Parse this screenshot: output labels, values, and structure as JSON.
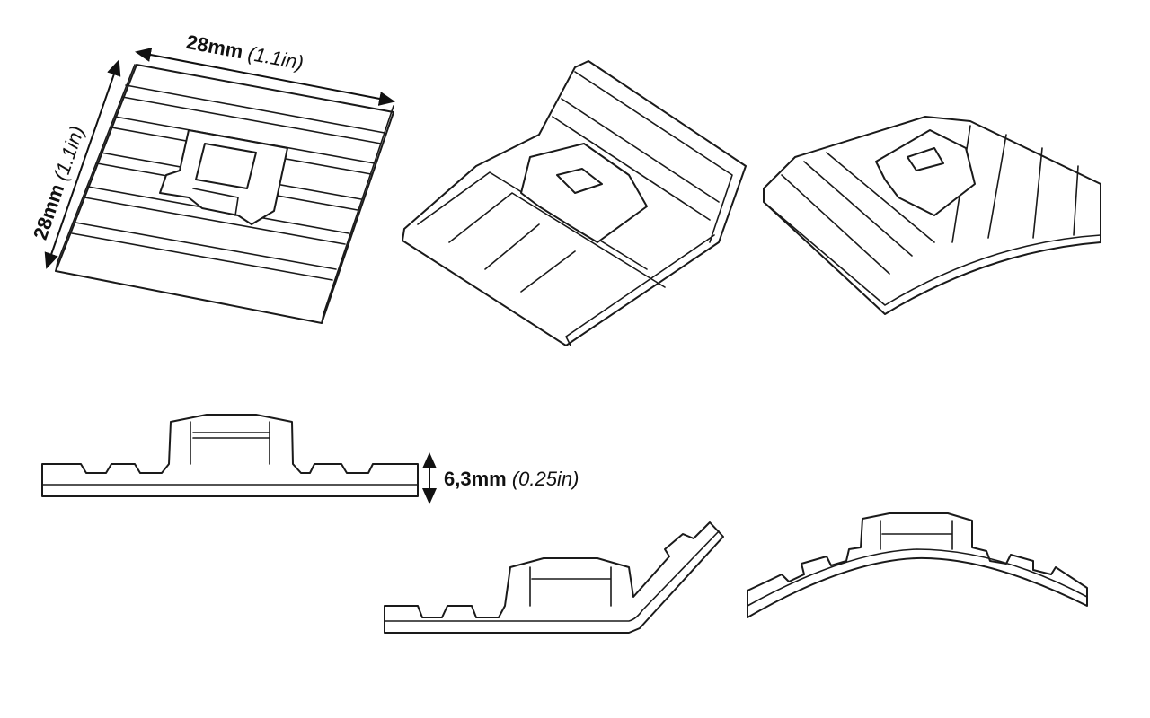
{
  "dimensions": {
    "width": {
      "value": "28mm",
      "imperial": "(1.1in)"
    },
    "depth": {
      "value": "28mm",
      "imperial": "(1.1in)"
    },
    "height": {
      "value": "6,3mm",
      "imperial": "(0.25in)"
    }
  },
  "colors": {
    "line": "#1a1a1a",
    "background": "#ffffff"
  }
}
